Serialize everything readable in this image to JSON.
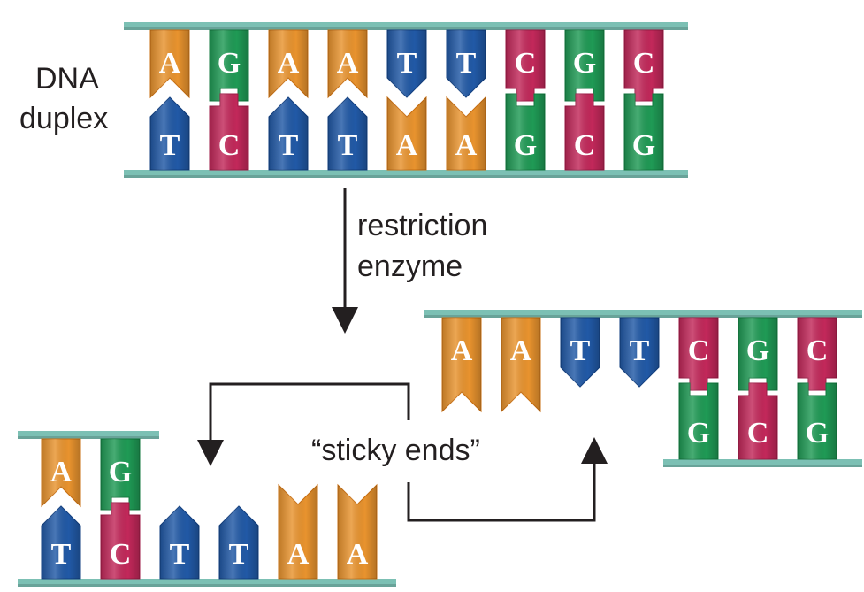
{
  "labels": {
    "dna_line1": "DNA",
    "dna_line2": "duplex",
    "enzyme_line1": "restriction",
    "enzyme_line2": "enzyme",
    "sticky_ends": "“sticky ends”"
  },
  "colors": {
    "A": "#e8932e",
    "T": "#2159a6",
    "G": "#1f9a55",
    "C": "#c2285a",
    "backbone": "#7cc0b4",
    "arrow": "#231f20"
  },
  "duplex": {
    "top": [
      "A",
      "G",
      "A",
      "A",
      "T",
      "T",
      "C",
      "G",
      "C"
    ],
    "bottom": [
      "T",
      "C",
      "T",
      "T",
      "A",
      "A",
      "G",
      "C",
      "G"
    ]
  },
  "left_fragment": {
    "top": [
      "A",
      "G"
    ],
    "bottom": [
      "T",
      "C",
      "T",
      "T",
      "A",
      "A"
    ]
  },
  "right_fragment": {
    "top": [
      "A",
      "A",
      "T",
      "T",
      "C",
      "G",
      "C"
    ],
    "bottom": [
      "G",
      "C",
      "G"
    ]
  }
}
